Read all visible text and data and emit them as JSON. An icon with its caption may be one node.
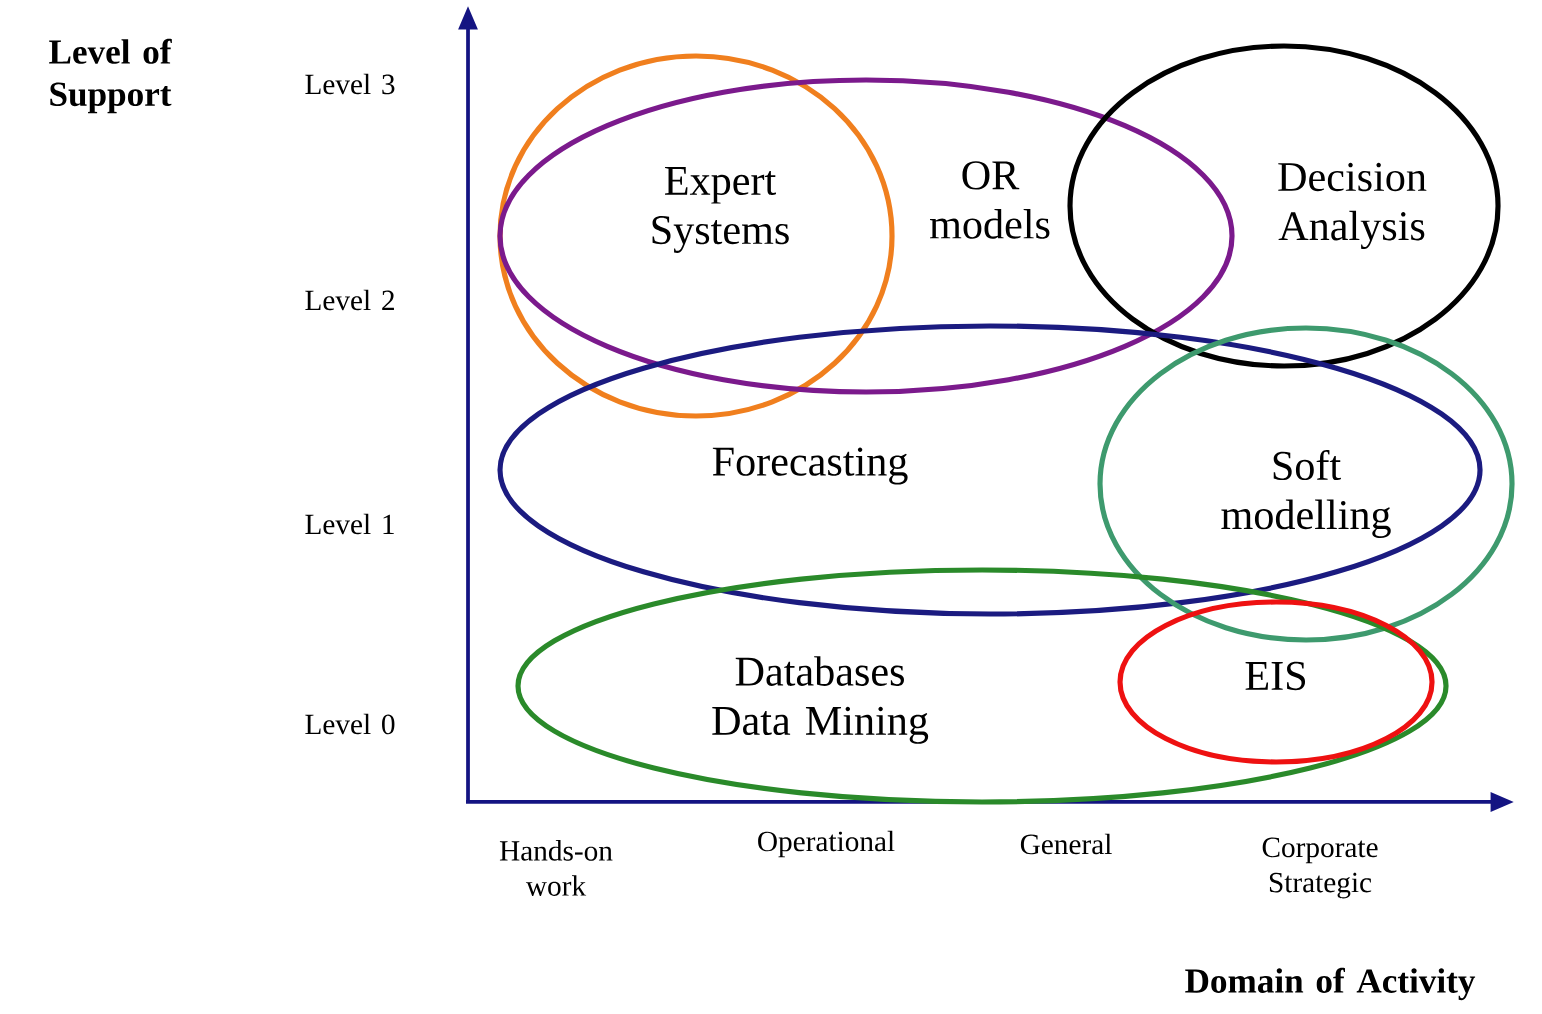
{
  "diagram": {
    "nodes": [
      {
        "text": [
          "Expert Systems"
        ]
      },
      {
        "text": [
          "OR models"
        ]
      },
      {
        "text": [
          "Decision Analysis"
        ]
      },
      {
        "text": [
          "Forecasting"
        ]
      },
      {
        "text": [
          "Soft modelling"
        ]
      },
      {
        "text": [
          "Databases Data Mining"
        ]
      },
      {
        "text": [
          "EIS"
        ],
        "in": 5
      }
    ],
    "labels": [
      "Level of Support",
      "Level 3",
      "Level 2",
      "Level 1",
      "Level 0",
      "Hands-on work",
      "Operational",
      "General",
      "Corporate Strategic",
      "Domain of Activity"
    ]
  }
}
